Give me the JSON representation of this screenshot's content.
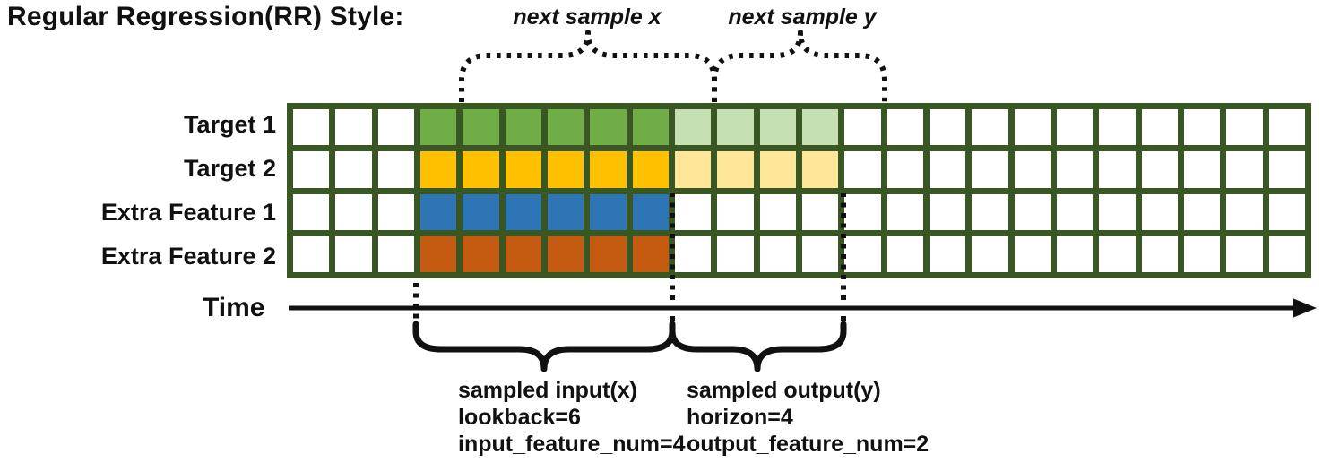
{
  "title": "Regular Regression(RR) Style:",
  "grid": {
    "total_columns": 24,
    "pre_columns": 3,
    "lookback_start_col": 3,
    "lookback": 6,
    "horizon": 4,
    "rows": [
      {
        "label": "Target 1",
        "lookback_color": "#70AD47",
        "horizon_color": "#C6E0B4"
      },
      {
        "label": "Target 2",
        "lookback_color": "#FFC000",
        "horizon_color": "#FFE699"
      },
      {
        "label": "Extra Feature 1",
        "lookback_color": "#2E75B6",
        "horizon_color": null
      },
      {
        "label": "Extra Feature 2",
        "lookback_color": "#C55A11",
        "horizon_color": null
      }
    ]
  },
  "colors": {
    "grid_line": "#385723",
    "empty_cell": "#FFFFFF",
    "annotation_stroke": "#111111"
  },
  "annotations": {
    "next_sample_x": "next sample x",
    "next_sample_y": "next sample y",
    "time_label": "Time",
    "input_lines": [
      "sampled input(x)",
      "lookback=6",
      "input_feature_num=4"
    ],
    "output_lines": [
      "sampled output(y)",
      "horizon=4",
      "output_feature_num=2"
    ]
  }
}
